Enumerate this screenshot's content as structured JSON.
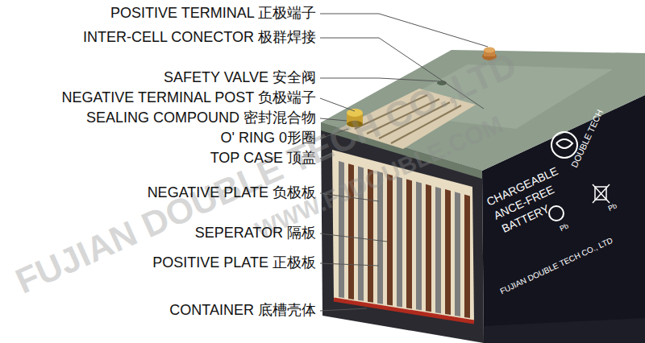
{
  "diagram": {
    "labels": [
      "POSITIVE TERMINAL 正极端子",
      "INTER-CELL CONECTOR 极群焊接",
      "SAFETY VALVE 安全阀",
      "NEGATIVE TERMINAL POST 负极端子",
      "SEALING COMPOUND 密封混合物",
      "O' RING 0形圈",
      "TOP CASE 顶盖",
      "NEGATIVE PLATE 负极板",
      "SEPERATOR 隔板",
      "POSITIVE PLATE 正极板",
      "CONTAINER 底槽壳体",
      "FUJIAN DOUBLE TECH CO.,LTD",
      "WWW.FJDOUBLE.COM",
      "CHARGEABLE",
      "ANCE-FREE",
      "BATTERY",
      "DOUBLE TECH",
      "FUJIAN DOUBLE TECH CO., LTD",
      "Pb",
      "Pb"
    ]
  }
}
